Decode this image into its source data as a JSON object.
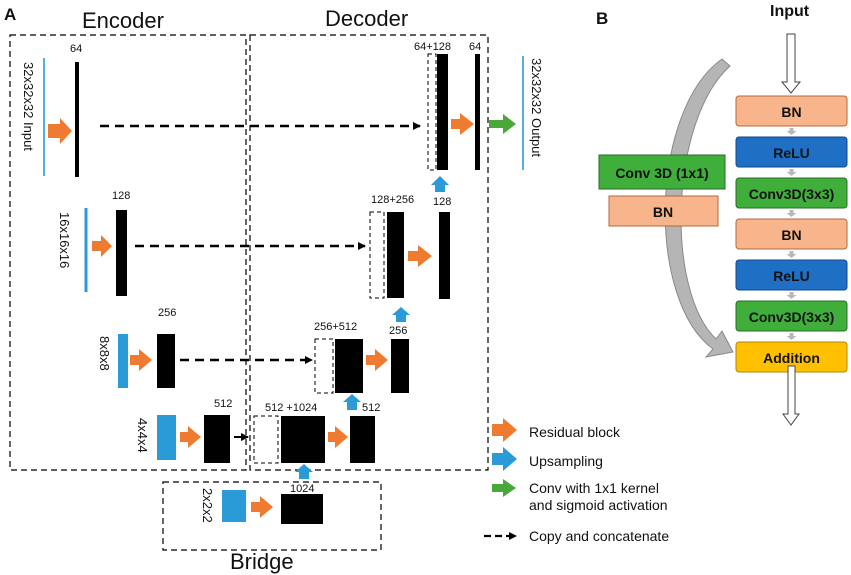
{
  "panel_a": {
    "letter": "A",
    "encoder_title": "Encoder",
    "decoder_title": "Decoder",
    "bridge_title": "Bridge",
    "input_label": "32x32x32 Input",
    "output_label": "32x32x32 Output",
    "level_labels": [
      "16x16x16",
      "8x8x8",
      "4x4x4",
      "2x2x2"
    ],
    "encoder_channels": [
      "64",
      "128",
      "256",
      "512"
    ],
    "bridge_channels": "1024",
    "concat_labels": [
      "64+128",
      "128+256",
      "256+512",
      "512 +1024"
    ],
    "decoder_channels": [
      "64",
      "128",
      "256",
      "512"
    ],
    "legend": [
      {
        "kind": "residual",
        "label": "Residual block"
      },
      {
        "kind": "upsampling",
        "label": "Upsampling"
      },
      {
        "kind": "conv",
        "label": "Conv with 1x1 kernel\nand sigmoid activation"
      },
      {
        "kind": "concat",
        "label": "Copy and concatenate"
      }
    ]
  },
  "panel_b": {
    "letter": "B",
    "input_label": "Input",
    "main_path": [
      "BN",
      "ReLU",
      "Conv3D(3x3)",
      "BN",
      "ReLU",
      "Conv3D(3x3)",
      "Addition"
    ],
    "shortcut": [
      "Conv 3D (1x1)",
      "BN"
    ]
  },
  "colors": {
    "orange_arrow": "#ee7b30",
    "blue_arrow": "#2a9bd6",
    "green_arrow": "#4aa83a",
    "blue_input": "#2a9bd6",
    "bn_box": "#f8b48a",
    "relu_box": "#1f6fc5",
    "conv_box": "#3fae3a",
    "addition_box": "#ffc000",
    "gray_arrow": "#b8b8b8"
  }
}
